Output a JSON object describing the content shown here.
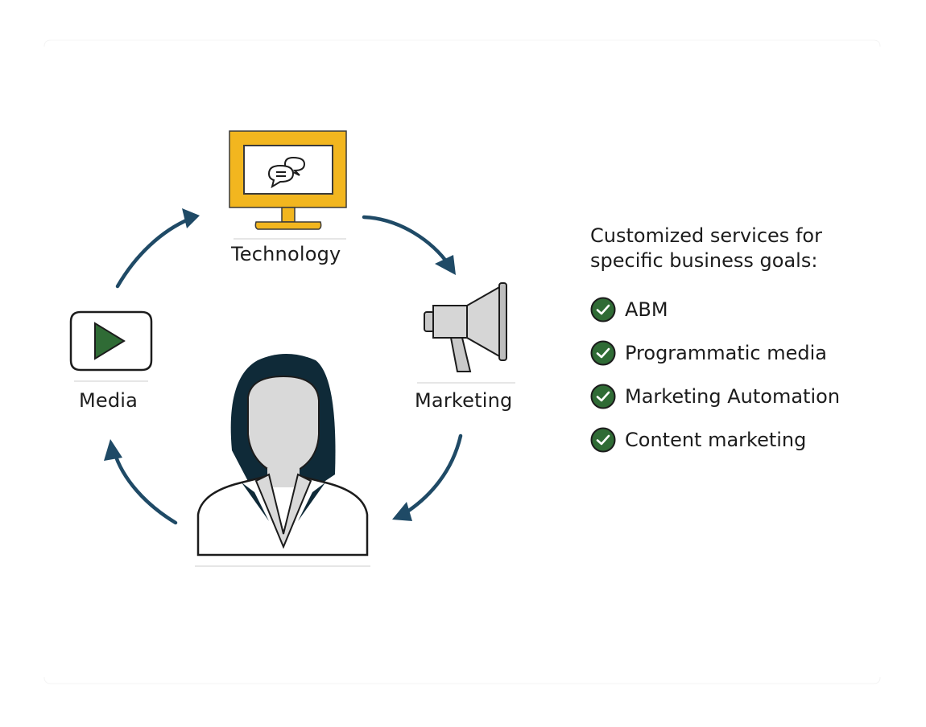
{
  "diagram": {
    "nodes": [
      {
        "id": "technology",
        "label": "Technology",
        "icon": "monitor-chat-icon"
      },
      {
        "id": "marketing",
        "label": "Marketing",
        "icon": "megaphone-icon"
      },
      {
        "id": "media",
        "label": "Media",
        "icon": "play-icon"
      },
      {
        "id": "person",
        "label": "",
        "icon": "businesswoman-icon"
      }
    ],
    "colors": {
      "arrow": "#1f4a66",
      "monitor": "#f2b61f",
      "check": "#2f6b35",
      "person_hair": "#0f2a38",
      "face": "#d9d9d9"
    }
  },
  "panel": {
    "heading": "Customized services for\nspecific business goals:",
    "goals": [
      "ABM",
      "Programmatic media",
      "Marketing Automation",
      "Content marketing"
    ]
  }
}
